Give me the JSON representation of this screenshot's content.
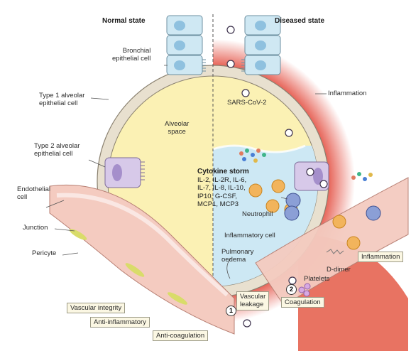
{
  "header": {
    "normal_state": "Normal state",
    "diseased_state": "Diseased state"
  },
  "labels": {
    "bronchial": [
      "Bronchial",
      "epithelial cell"
    ],
    "type1": [
      "Type 1 alveolar",
      "epithelial cell"
    ],
    "type2": [
      "Type 2 alveolar",
      "epithelial cell"
    ],
    "alveolar_space": [
      "Alveolar",
      "space"
    ],
    "endothelial": [
      "Endothelial",
      "cell"
    ],
    "junction": "Junction",
    "pericyte": "Pericyte",
    "sars": "SARS-CoV-2",
    "inflammation_top": "Inflammation",
    "neutrophil": "Neutrophil",
    "inflammatory_cell": "Inflammatory cell",
    "pulmonary_oedema": [
      "Pulmonary",
      "oedema"
    ],
    "d_dimer": "D-dimer",
    "platelets": "Platelets"
  },
  "cytokine_storm": {
    "title": "Cytokine storm",
    "lines": [
      "IL-2, IL-2R, IL-6,",
      "IL-7, IL-8, IL-10,",
      "IP10, G-CSF,",
      "MCP1, MCP3"
    ]
  },
  "boxes": {
    "vascular_integrity": "Vascular integrity",
    "anti_inflammatory": "Anti-inflammatory",
    "anti_coagulation": "Anti-coagulation",
    "inflammation_box": "Inflammation",
    "vascular_leakage": [
      "Vascular",
      "leakage"
    ],
    "coagulation": "Coagulation"
  },
  "steps": {
    "one": "1",
    "two": "2"
  },
  "colors": {
    "alveolar_space": "#fbf1b4",
    "wall": "#e8e0cf",
    "inflamed_rim": "#e25a48",
    "oedema_fluid": "#cde8f4",
    "vessel": "#f4cbc0",
    "pericyte": "#d9dc6a",
    "bronchial_cell": "#cfe8f3",
    "type2_cell": "#d7c9e9"
  },
  "icons": [
    "virus-icon",
    "neutrophil-icon",
    "inflammatory-cell-icon",
    "cytokine-dots-icon",
    "platelet-icon",
    "d-dimer-icon"
  ]
}
